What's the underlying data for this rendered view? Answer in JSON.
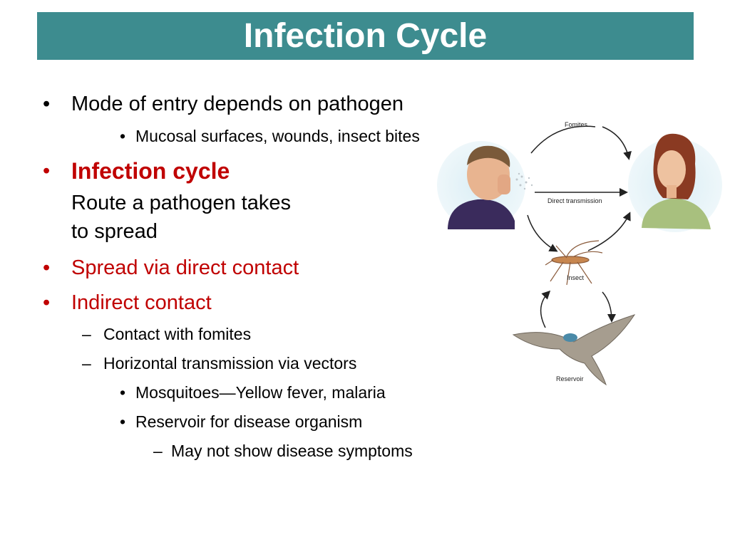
{
  "title": "Infection Cycle",
  "bullets": {
    "b1_text": "Mode of entry depends on pathogen",
    "b1_sub": "Mucosal surfaces, wounds, insect bites",
    "b2_title": "Infection cycle",
    "b2_line1": "Route a pathogen takes",
    "b2_line2": "to spread",
    "b3_text": "Spread via direct contact",
    "b4_text": "Indirect contact",
    "b4_sub1": "Contact with fomites",
    "b4_sub2": "Horizontal transmission via vectors",
    "b4_sub2_a": "Mosquitoes—Yellow fever, malaria",
    "b4_sub2_b": "Reservoir for disease organism",
    "b4_sub2_b_i": "May not show disease symptoms",
    "bullet_symbol": "•",
    "dash_symbol": "–"
  },
  "figure": {
    "fomites": "Fomites",
    "direct": "Direct transmission",
    "insect": "Insect",
    "reservoir": "Reservoir"
  },
  "colors": {
    "title_bg": "#3d8c8f",
    "accent_red": "#c00000"
  }
}
